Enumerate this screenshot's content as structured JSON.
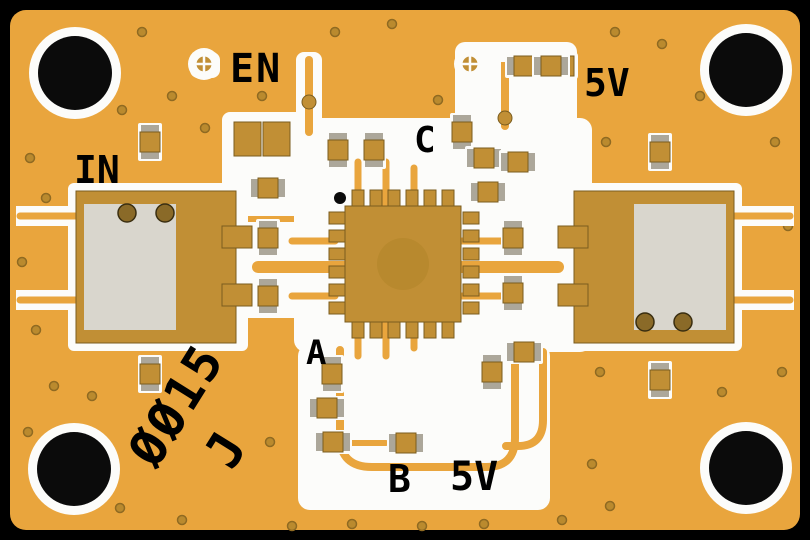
{
  "board": {
    "labels": {
      "enable": "EN",
      "supply_top": "5V",
      "cap_c": "C",
      "input": "IN",
      "point_a": "A",
      "point_b": "B",
      "supply_bottom": "5V",
      "serial": "ØØ15",
      "revision": "J"
    },
    "colors": {
      "background": "#000000",
      "soldermask": "#E9A53D",
      "copper": "#C18F35",
      "copper_dark": "#B8892E",
      "bare_pad": "#D9D6CD",
      "silkscreen": "#FCFCFA",
      "hole": "#0B0B0B"
    }
  }
}
